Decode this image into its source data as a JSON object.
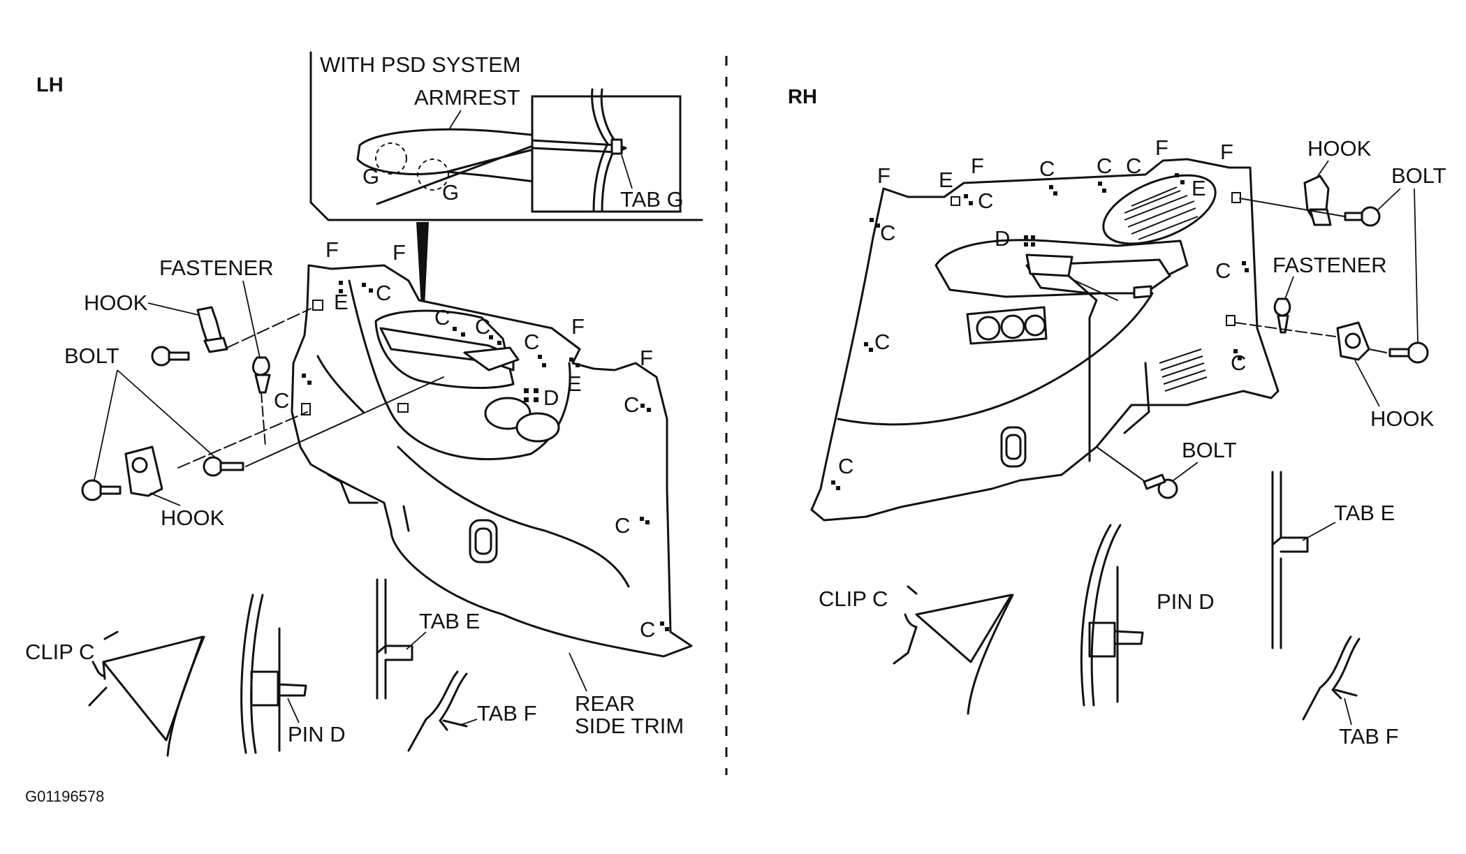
{
  "diagram": {
    "figure_id": "G01196578",
    "left_panel": {
      "side": "LH",
      "inset_title": "WITH PSD SYSTEM",
      "labels": {
        "armrest": "ARMREST",
        "g": "G",
        "tab_g": "TAB G",
        "fastener": "FASTENER",
        "hook": "HOOK",
        "bolt": "BOLT",
        "c": "C",
        "d": "D",
        "e": "E",
        "f": "F",
        "clip_c": "CLIP C",
        "pin_d": "PIN D",
        "tab_e": "TAB E",
        "tab_f": "TAB F",
        "rear": "REAR",
        "side_trim": "SIDE TRIM"
      }
    },
    "right_panel": {
      "side": "RH",
      "labels": {
        "hook": "HOOK",
        "bolt": "BOLT",
        "fastener": "FASTENER",
        "c": "C",
        "d": "D",
        "e": "E",
        "f": "F",
        "clip_c": "CLIP C",
        "pin_d": "PIN D",
        "tab_e": "TAB E",
        "tab_f": "TAB F"
      }
    }
  }
}
